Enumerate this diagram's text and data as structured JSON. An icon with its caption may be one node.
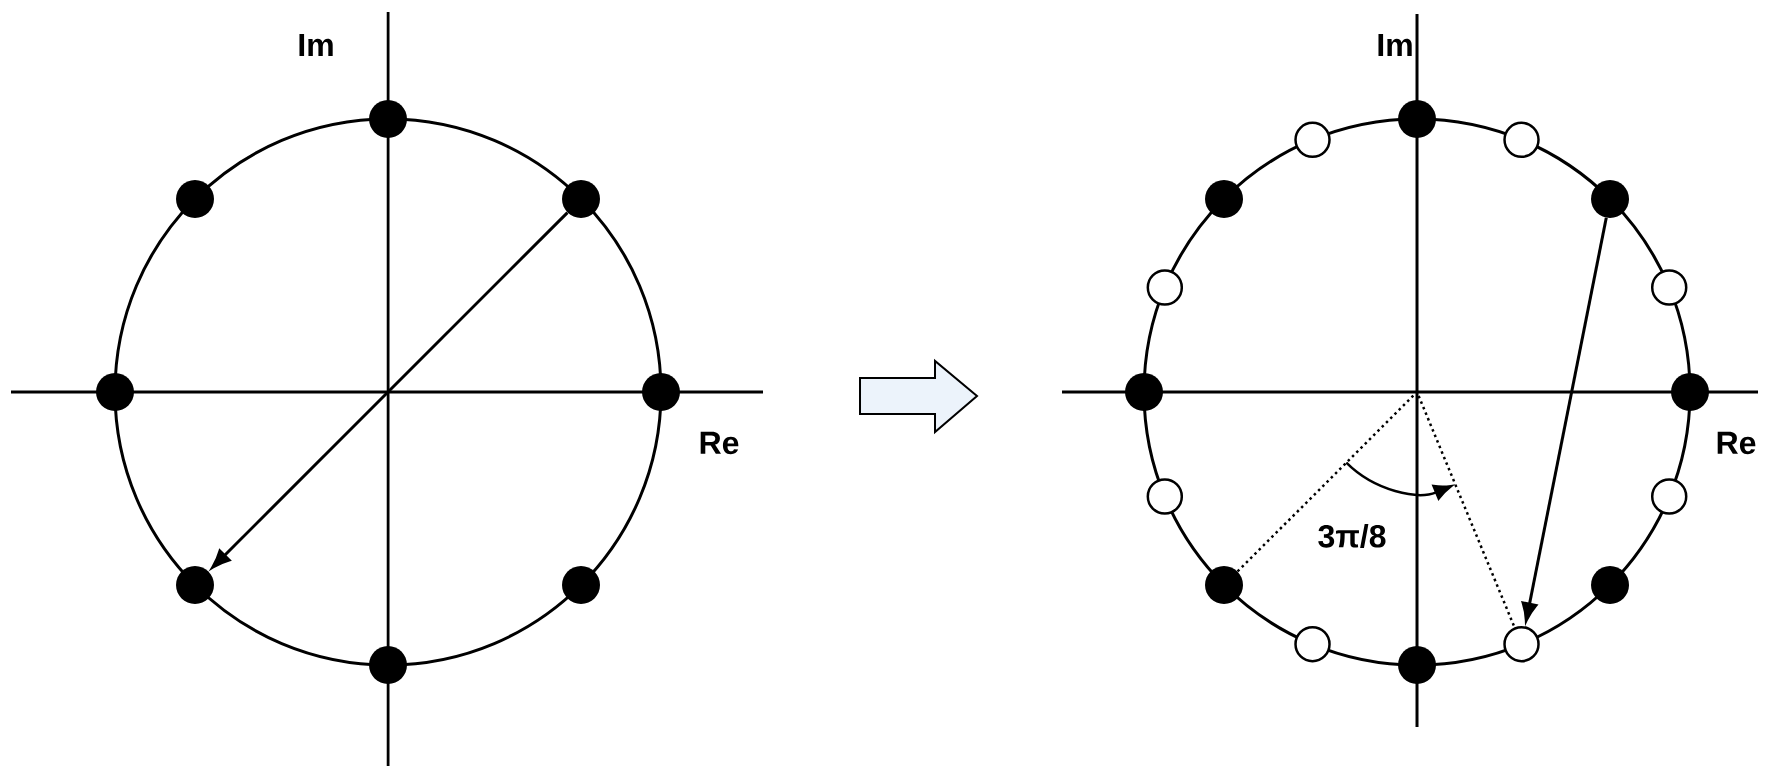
{
  "diagram": {
    "nodes": [
      {
        "text": [],
        "shape": "dot"
      },
      {
        "text": [],
        "shape": "dot"
      },
      {
        "text": [],
        "shape": "dot"
      },
      {
        "text": [],
        "shape": "dot"
      },
      {
        "text": [],
        "shape": "dot"
      },
      {
        "text": [],
        "shape": "dot"
      },
      {
        "text": [],
        "shape": "dot"
      },
      {
        "text": [],
        "shape": "dot"
      },
      {
        "text": [],
        "shape": "dot"
      },
      {
        "text": [],
        "shape": "circle"
      },
      {
        "text": [],
        "shape": "dot"
      },
      {
        "text": [],
        "shape": "circle"
      },
      {
        "text": [],
        "shape": "dot"
      },
      {
        "text": [],
        "shape": "circle"
      },
      {
        "text": [],
        "shape": "dot"
      },
      {
        "text": [],
        "shape": "circle"
      },
      {
        "text": [],
        "shape": "dot"
      },
      {
        "text": [],
        "shape": "circle"
      },
      {
        "text": [],
        "shape": "dot"
      },
      {
        "text": [],
        "shape": "circle"
      },
      {
        "text": [],
        "shape": "dot"
      },
      {
        "text": [],
        "shape": "circle"
      },
      {
        "text": [],
        "shape": "dot"
      },
      {
        "text": [],
        "shape": "circle"
      }
    ],
    "edges": [
      {
        "from": 1,
        "to": 5,
        "arrow": "to"
      },
      {
        "from": 10,
        "to": 21,
        "arrow": "to"
      },
      {
        "from": 18,
        "to": 21,
        "arrow": "none",
        "style": "dashed"
      }
    ],
    "labels": [
      "Im",
      "Re",
      "Im",
      "Re",
      "3π/8"
    ]
  }
}
